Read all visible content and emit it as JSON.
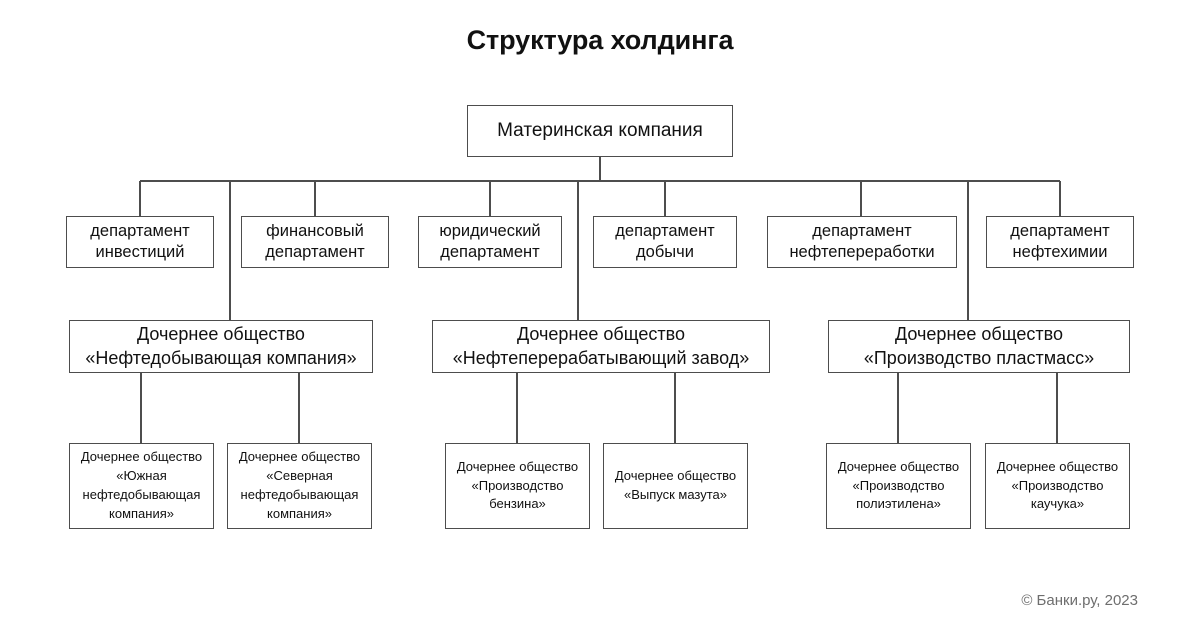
{
  "title": "Структура холдинга",
  "footer": {
    "credit": "© Банки.ру, 2023"
  },
  "colors": {
    "background": "#ffffff",
    "box_border": "#4d4d4d",
    "connector": "#4d4d4d",
    "text": "#111111",
    "footer_text": "#6e6e6e"
  },
  "chart_data": {
    "type": "diagram",
    "subtype": "organizational-hierarchy-tree",
    "title": "Структура холдинга",
    "orientation": "top-down",
    "levels": 4,
    "root": {
      "id": "root",
      "label": "Материнская компания"
    },
    "departments": [
      {
        "id": "dept-investments",
        "label": "департамент\nинвестиций"
      },
      {
        "id": "dept-finance",
        "label": "финансовый\nдепартамент"
      },
      {
        "id": "dept-legal",
        "label": "юридический\nдепартамент"
      },
      {
        "id": "dept-extraction",
        "label": "департамент\nдобычи"
      },
      {
        "id": "dept-refining",
        "label": "департамент\nнефтепереработки"
      },
      {
        "id": "dept-petrochem",
        "label": "департамент\nнефтехимии"
      }
    ],
    "subsidiaries": [
      {
        "id": "sub-oil-extraction",
        "label": "Дочернее общество\n«Нефтедобывающая компания»",
        "children": [
          {
            "id": "leaf-south-oil",
            "label": "Дочернее общество\n«Южная\nнефтедобывающая\nкомпания»"
          },
          {
            "id": "leaf-north-oil",
            "label": "Дочернее общество\n«Северная\nнефтедобывающая\nкомпания»"
          }
        ]
      },
      {
        "id": "sub-refinery",
        "label": "Дочернее общество\n«Нефтеперерабатывающий завод»",
        "children": [
          {
            "id": "leaf-petrol",
            "label": "Дочернее общество\n«Производство\nбензина»"
          },
          {
            "id": "leaf-mazut",
            "label": "Дочернее общество\n«Выпуск мазута»"
          }
        ]
      },
      {
        "id": "sub-plastics",
        "label": "Дочернее общество\n«Производство пластмасс»",
        "children": [
          {
            "id": "leaf-polyethylene",
            "label": "Дочернее общество\n«Производство\nполиэтилена»"
          },
          {
            "id": "leaf-rubber",
            "label": "Дочернее общество\n«Производство\nкаучука»"
          }
        ]
      }
    ],
    "edges": [
      {
        "from": "root",
        "to": "dept-investments"
      },
      {
        "from": "root",
        "to": "dept-finance"
      },
      {
        "from": "root",
        "to": "dept-legal"
      },
      {
        "from": "root",
        "to": "dept-extraction"
      },
      {
        "from": "root",
        "to": "dept-refining"
      },
      {
        "from": "root",
        "to": "dept-petrochem"
      },
      {
        "from": "root",
        "to": "sub-oil-extraction"
      },
      {
        "from": "root",
        "to": "sub-refinery"
      },
      {
        "from": "root",
        "to": "sub-plastics"
      },
      {
        "from": "sub-oil-extraction",
        "to": "leaf-south-oil"
      },
      {
        "from": "sub-oil-extraction",
        "to": "leaf-north-oil"
      },
      {
        "from": "sub-refinery",
        "to": "leaf-petrol"
      },
      {
        "from": "sub-refinery",
        "to": "leaf-mazut"
      },
      {
        "from": "sub-plastics",
        "to": "leaf-polyethylene"
      },
      {
        "from": "sub-plastics",
        "to": "leaf-rubber"
      }
    ]
  }
}
